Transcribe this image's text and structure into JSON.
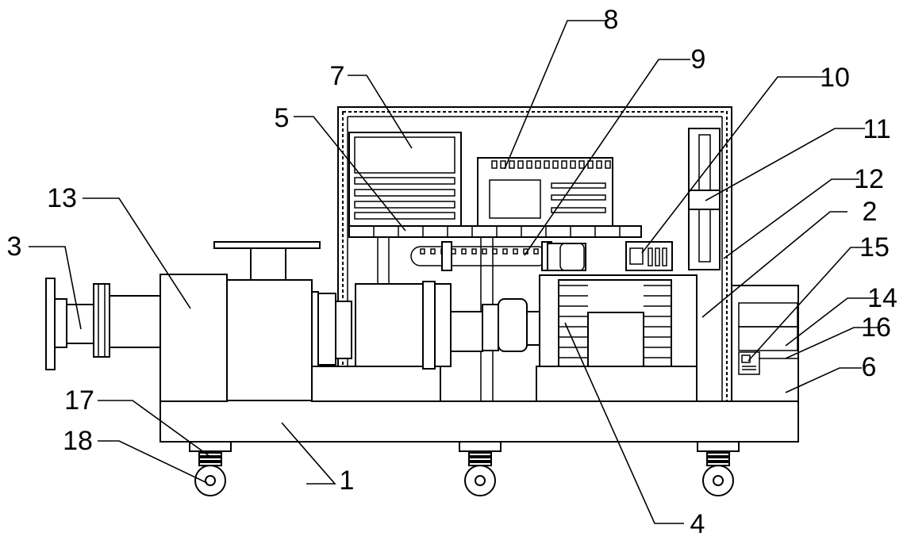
{
  "figure": {
    "labels": [
      "1",
      "2",
      "3",
      "4",
      "5",
      "6",
      "7",
      "8",
      "9",
      "10",
      "11",
      "12",
      "13",
      "14",
      "15",
      "16",
      "17",
      "18"
    ]
  }
}
